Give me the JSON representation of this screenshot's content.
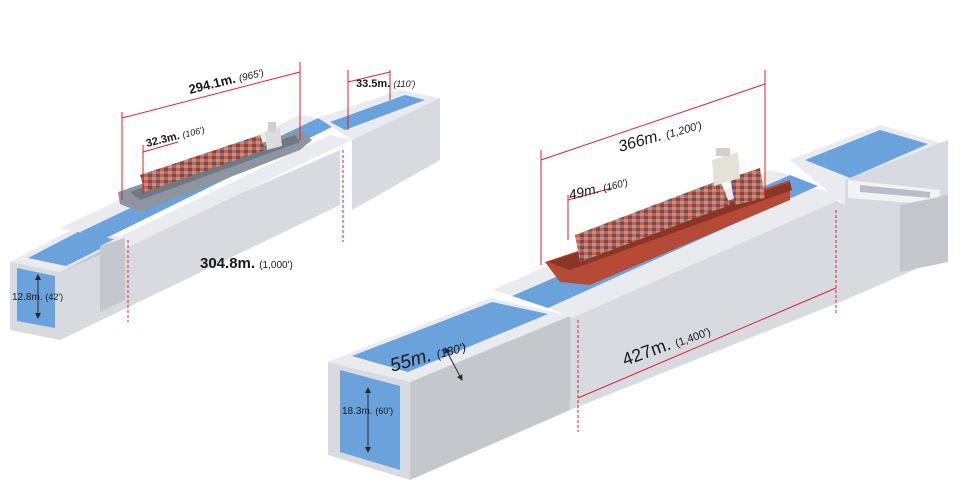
{
  "colors": {
    "concrete_top": "#e9ebee",
    "concrete_side": "#d7dade",
    "concrete_dark": "#c4c8cd",
    "water": "#6aa2dc",
    "water_light": "#8fbbe8",
    "dimension_line": "#d9232e",
    "text": "#1a1a1a",
    "hull_old": "#8c95a0",
    "hull_new": "#b54a37"
  },
  "old_lock": {
    "ship_length": {
      "value": "294.1m.",
      "unit": "(965')"
    },
    "ship_beam": {
      "value": "32.3m.",
      "unit": "(106')"
    },
    "lock_width": {
      "value": "33.5m.",
      "unit": "(110')"
    },
    "lock_length": {
      "value": "304.8m.",
      "unit": "(1,000')"
    },
    "lock_depth": {
      "value": "12.8m.",
      "unit": "(42')"
    }
  },
  "new_lock": {
    "ship_length": {
      "value": "366m.",
      "unit": "(1,200')"
    },
    "ship_beam": {
      "value": "49m.",
      "unit": "(160')"
    },
    "lock_width": {
      "value": "55m.",
      "unit": "(180')"
    },
    "lock_length": {
      "value": "427m.",
      "unit": "(1,400')"
    },
    "lock_depth": {
      "value": "18.3m.",
      "unit": "(60')"
    }
  }
}
